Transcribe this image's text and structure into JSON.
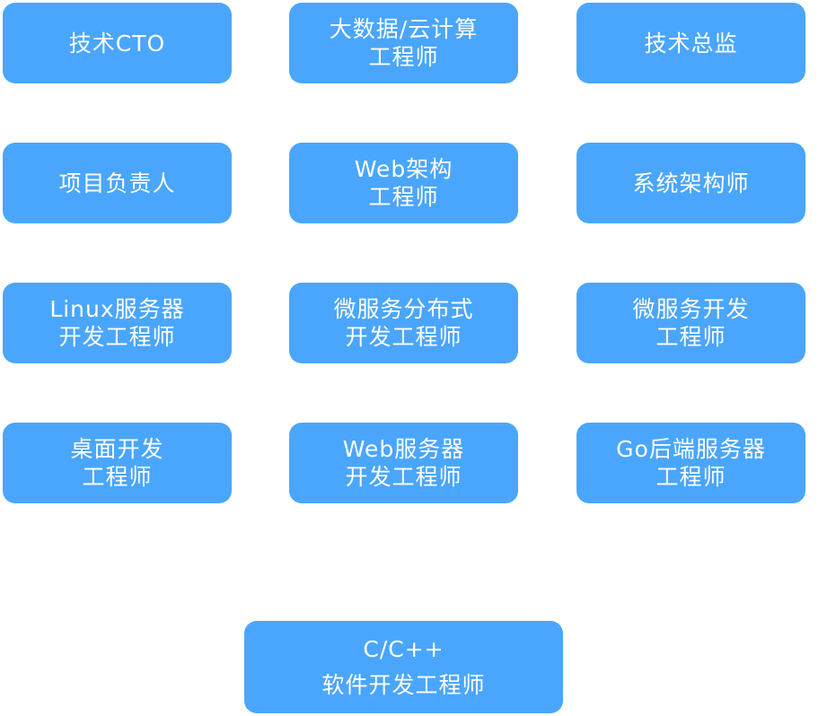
{
  "roles": [
    {
      "lines": [
        "技术CTO"
      ]
    },
    {
      "lines": [
        "大数据/云计算",
        "工程师"
      ]
    },
    {
      "lines": [
        "技术总监"
      ]
    },
    {
      "lines": [
        "项目负责人"
      ]
    },
    {
      "lines": [
        "Web架构",
        "工程师"
      ]
    },
    {
      "lines": [
        "系统架构师"
      ]
    },
    {
      "lines": [
        "Linux服务器",
        "开发工程师"
      ]
    },
    {
      "lines": [
        "微服务分布式",
        "开发工程师"
      ]
    },
    {
      "lines": [
        "微服务开发",
        "工程师"
      ]
    },
    {
      "lines": [
        "桌面开发",
        "工程师"
      ]
    },
    {
      "lines": [
        "Web服务器",
        "开发工程师"
      ]
    },
    {
      "lines": [
        "Go后端服务器",
        "工程师"
      ]
    },
    {
      "lines": [
        "C/C++",
        "软件开发工程师"
      ]
    }
  ],
  "colors": {
    "card_background": "#4aa6fc",
    "card_text": "#ffffff",
    "page_background": "#ffffff"
  }
}
